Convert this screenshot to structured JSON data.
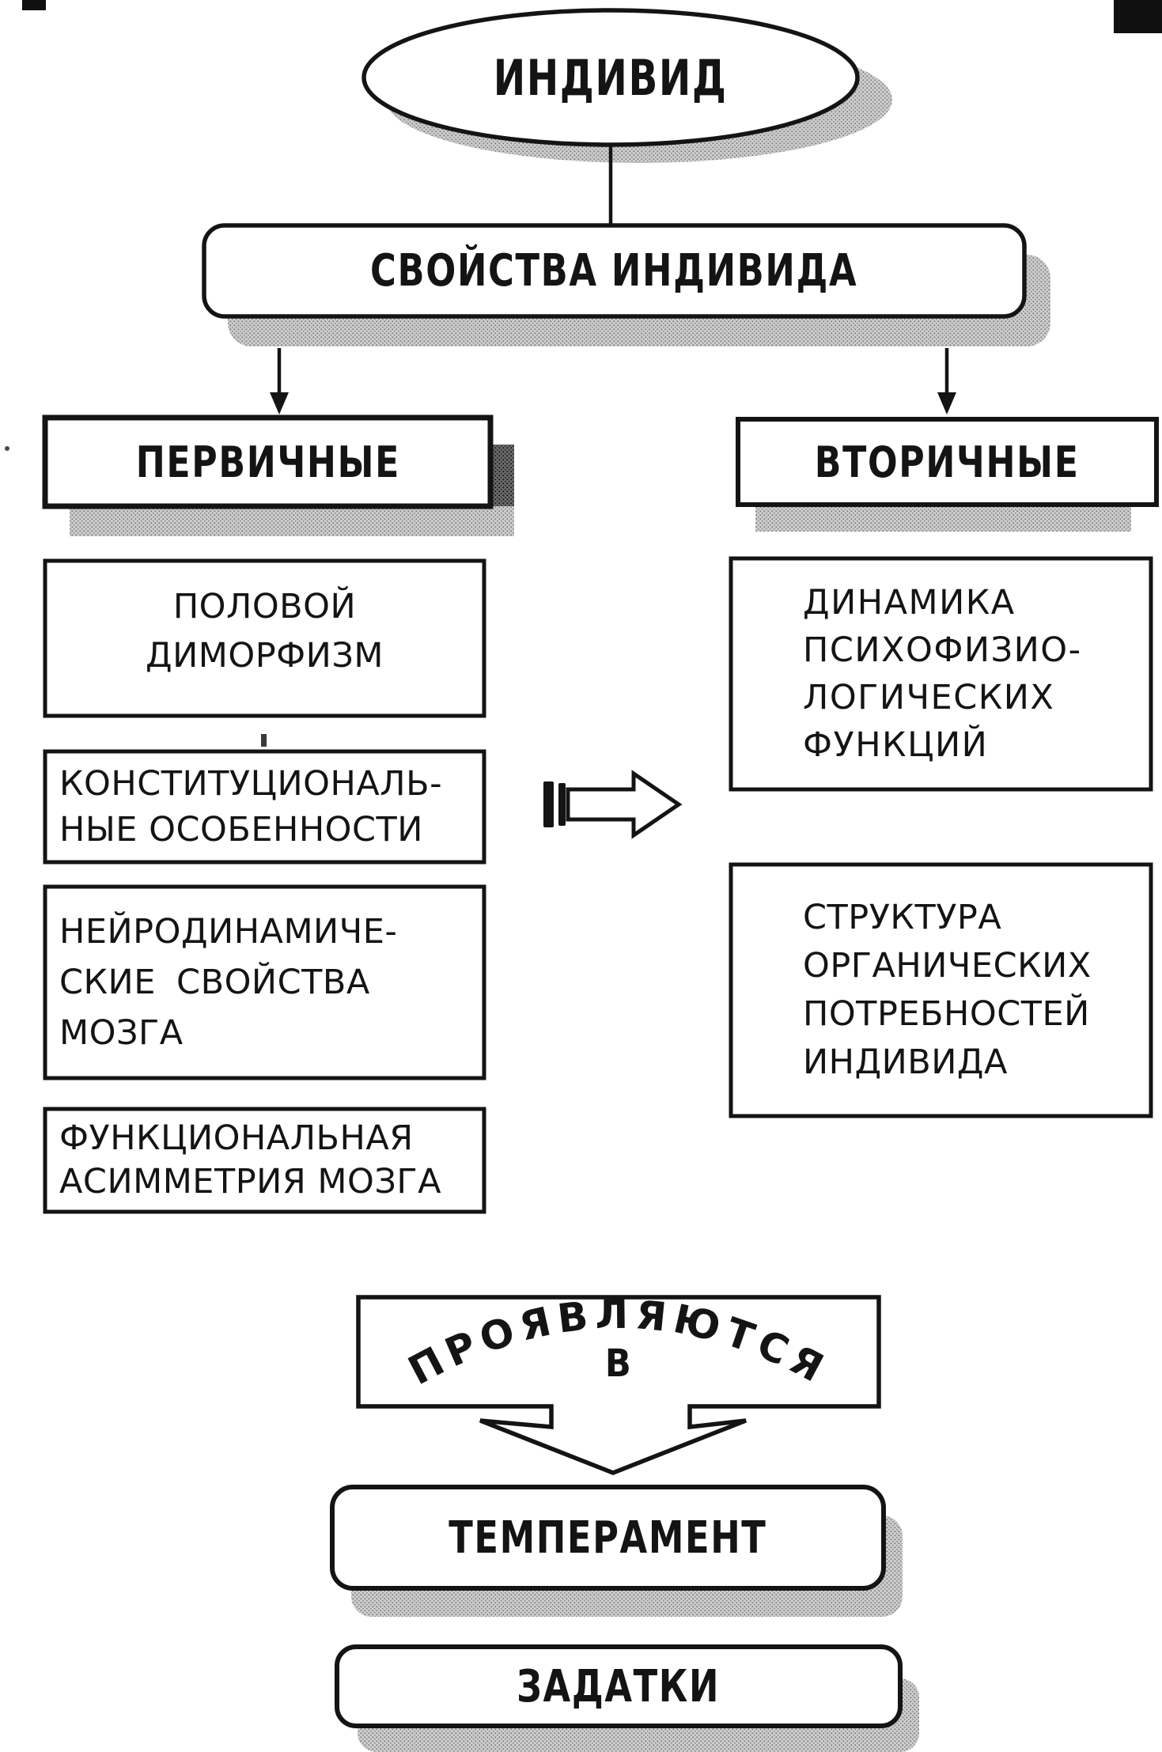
{
  "page": {
    "background": "#ffffff",
    "ink_color": "#141414",
    "shadow_color": "#9a9a9a"
  },
  "diagram": {
    "root": {
      "label": "ИНДИВИД"
    },
    "properties": {
      "label": "СВОЙСТВА ИНДИВИДА"
    },
    "branches": {
      "primary": {
        "label": "ПЕРВИЧНЫЕ",
        "items": [
          {
            "text": "ПОЛОВОЙ\nДИМОРФИЗМ"
          },
          {
            "text": "КОНСТИТУЦИОНАЛЬ-\nНЫЕ ОСОБЕННОСТИ"
          },
          {
            "text": "НЕЙРОДИНАМИЧЕ-\nСКИЕ СВОЙСТВА\nМОЗГА"
          },
          {
            "text": "ФУНКЦИОНАЛЬНАЯ\nАСИММЕТРИЯ МОЗГА"
          }
        ]
      },
      "secondary": {
        "label": "ВТОРИЧНЫЕ",
        "items": [
          {
            "text": "ДИНАМИКА\nПСИХОФИЗИО-\nЛОГИЧЕСКИХ\nФУНКЦИЙ"
          },
          {
            "text": "СТРУКТУРА\nОРГАНИЧЕСКИХ\nПОТРЕБНОСТЕЙ\nИНДИВИДА"
          }
        ]
      }
    },
    "banner": {
      "arc_label": "ПРОЯВЛЯЮТСЯ",
      "preposition": "В"
    },
    "outcomes": [
      {
        "label": "ТЕМПЕРАМЕНТ"
      },
      {
        "label": "ЗАДАТКИ"
      }
    ]
  }
}
